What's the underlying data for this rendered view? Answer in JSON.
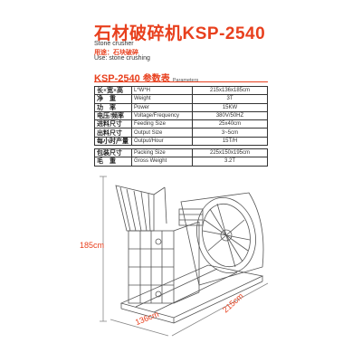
{
  "product": {
    "title": "石材破碎机KSP-2540",
    "subtitle_en": "Stone crusher",
    "use_cn": "用途：石块破碎",
    "use_en": "Use: stone crushing"
  },
  "params": {
    "model": "KSP-2540",
    "heading_cn": "参数表",
    "heading_en": "Parameters"
  },
  "spec_rows": [
    {
      "cn": "长×宽×高",
      "en": "L*W*H",
      "value": "215x136x185cm"
    },
    {
      "cn": "净　重",
      "en": "Weight",
      "value": "3T"
    },
    {
      "cn": "功　率",
      "en": "Power",
      "value": "15KW"
    },
    {
      "cn": "电压/频率",
      "en": "Voltage/Frequency",
      "value": "380V/50HZ"
    },
    {
      "cn": "进料尺寸",
      "en": "Feeding Size",
      "value": "25x40cm"
    },
    {
      "cn": "出料尺寸",
      "en": "Output Size",
      "value": "3~5cm"
    },
    {
      "cn": "每小时产量",
      "en": "Output/Hour",
      "value": "15T/H"
    }
  ],
  "pack_rows": [
    {
      "cn": "包装尺寸",
      "en": "Packing Size",
      "value": "225x150x195cm"
    },
    {
      "cn": "毛　重",
      "en": "Gross Weight",
      "value": "3.2T"
    }
  ],
  "dimensions": {
    "height": "185cm",
    "depth": "136cm",
    "width": "215cm"
  },
  "colors": {
    "accent": "#e8401e",
    "line": "#333333"
  }
}
